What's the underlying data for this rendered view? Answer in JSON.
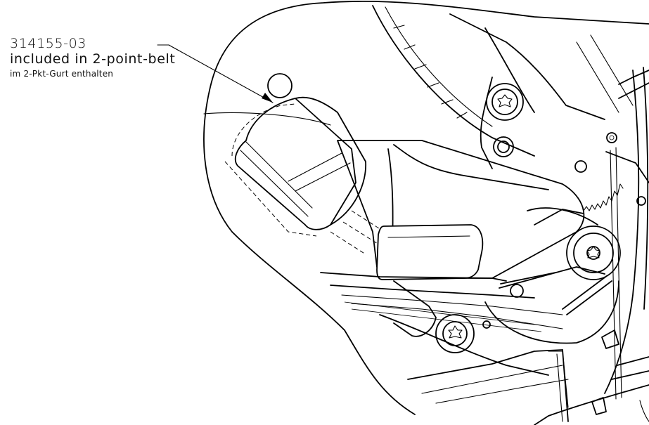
{
  "callout": {
    "part_number": "314155-03",
    "description_en": "included in 2-point-belt",
    "description_de": "im 2-Pkt-Gurt enthalten"
  }
}
